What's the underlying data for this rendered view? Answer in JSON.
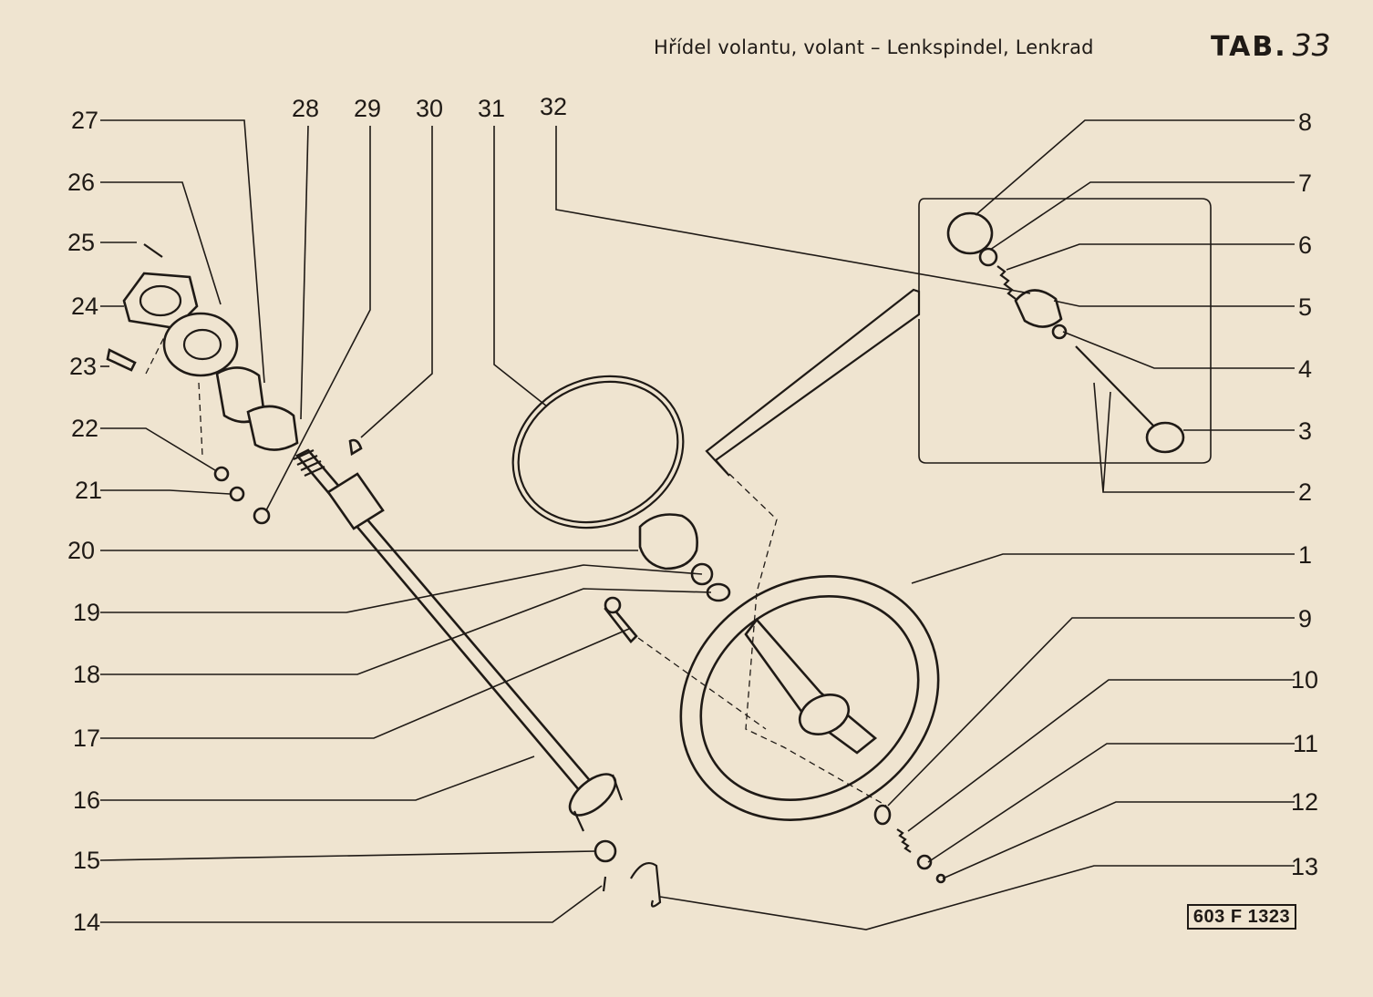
{
  "header": {
    "title": "Hřídel volantu, volant – Lenkspindel, Lenkrad",
    "tab_prefix": "TAB.",
    "tab_number": "33"
  },
  "drawing_code": "603 F 1323",
  "callouts_left": [
    "27",
    "26",
    "25",
    "24",
    "23",
    "22",
    "21",
    "20",
    "19",
    "18",
    "17",
    "16",
    "15",
    "14"
  ],
  "callouts_top": [
    "28",
    "29",
    "30",
    "31",
    "32"
  ],
  "callouts_right": [
    "8",
    "7",
    "6",
    "5",
    "4",
    "3",
    "2",
    "1",
    "9",
    "10",
    "11",
    "12",
    "13"
  ]
}
